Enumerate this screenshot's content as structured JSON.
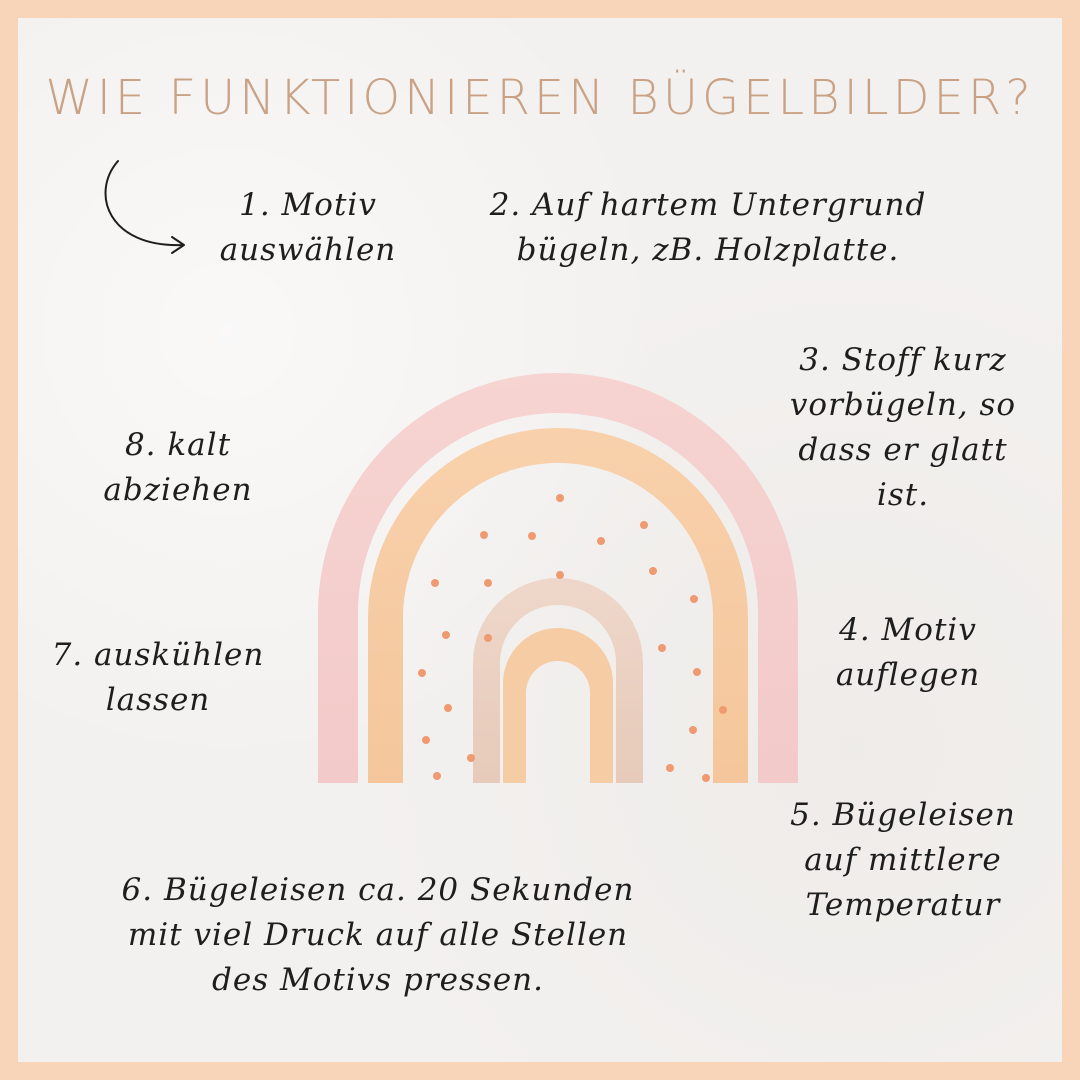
{
  "title": "Wie funktionieren Bügelbilder?",
  "steps": {
    "s1": "1. Motiv\nauswählen",
    "s2": "2. Auf hartem Untergrund\nbügeln, zB. Holzplatte.",
    "s3": "3. Stoff kurz\nvorbügeln, so\ndass er glatt\nist.",
    "s4": "4. Motiv\nauflegen",
    "s5": "5. Bügeleisen\nauf mittlere\nTemperatur",
    "s6": "6. Bügeleisen ca. 20 Sekunden\nmit viel Druck auf alle Stellen\ndes Motivs pressen.",
    "s7": "7. auskühlen\nlassen",
    "s8": "8. kalt\nabziehen"
  },
  "colors": {
    "frame": "#f8d5b8",
    "paper": "#f3f1ef",
    "title": "#c9a286",
    "text": "#1e1e1e",
    "rainbow_outer": "#f4cfcc",
    "rainbow_middle": "#f6c9a0",
    "rainbow_inner_beige": "#eacfc0",
    "rainbow_core": "#f7caa0",
    "dots": "#ef9a70"
  },
  "icons": {
    "arrow": "curved-arrow-icon",
    "illustration": "watercolor-rainbow-illustration"
  }
}
